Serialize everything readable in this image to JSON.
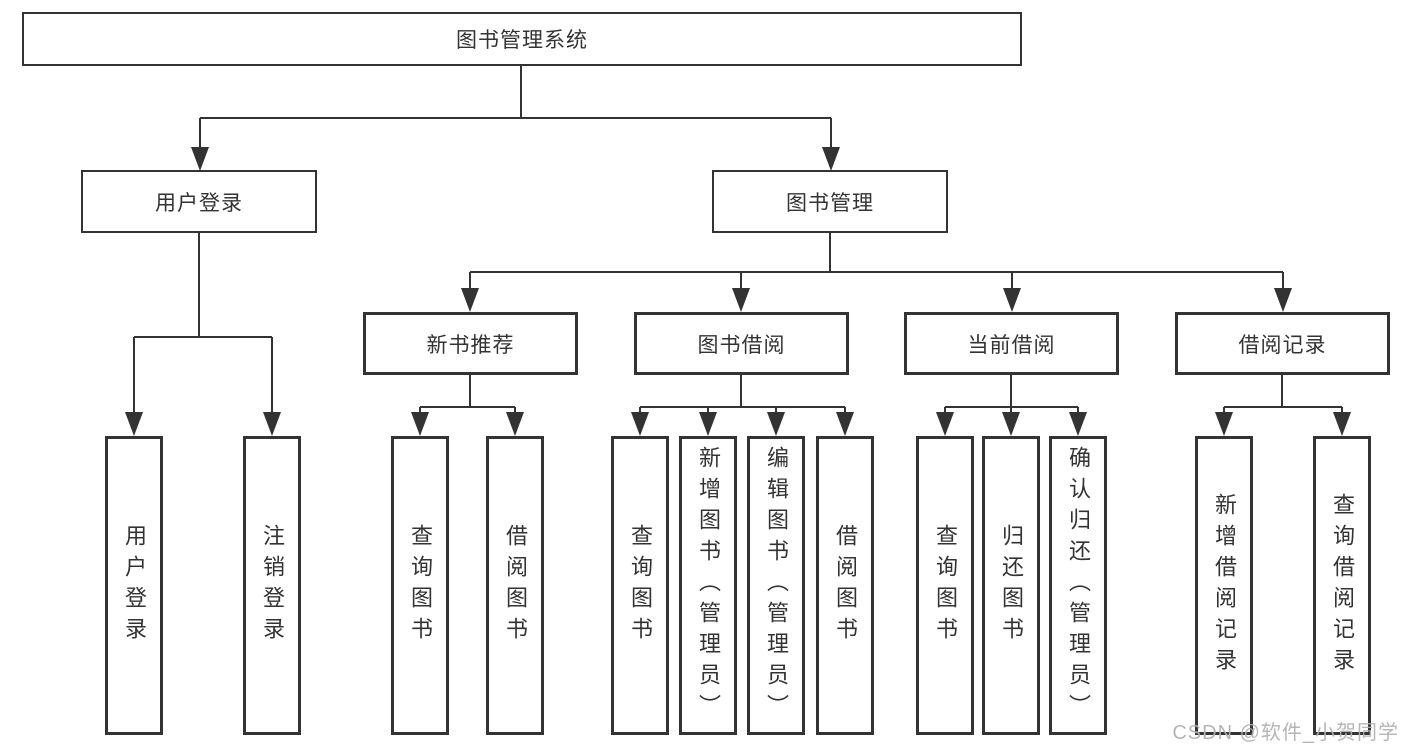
{
  "colors": {
    "line": "#333333",
    "box_border": "#333333",
    "text": "#333333",
    "background": "#ffffff",
    "watermark": "#b2b2b2"
  },
  "diagram": {
    "root": {
      "label": "图书管理系统"
    },
    "branches": [
      {
        "label": "用户登录",
        "children": [
          {
            "label": "用户登录"
          },
          {
            "label": "注销登录"
          }
        ]
      },
      {
        "label": "图书管理",
        "children": [
          {
            "label": "新书推荐",
            "children": [
              {
                "label": "查询图书"
              },
              {
                "label": "借阅图书"
              }
            ]
          },
          {
            "label": "图书借阅",
            "children": [
              {
                "label": "查询图书"
              },
              {
                "label": "新增图书（管理员）"
              },
              {
                "label": "编辑图书（管理员）"
              },
              {
                "label": "借阅图书"
              }
            ]
          },
          {
            "label": "当前借阅",
            "children": [
              {
                "label": "查询图书"
              },
              {
                "label": "归还图书"
              },
              {
                "label": "确认归还（管理员）"
              }
            ]
          },
          {
            "label": "借阅记录",
            "children": [
              {
                "label": "新增借阅记录"
              },
              {
                "label": "查询借阅记录"
              }
            ]
          }
        ]
      }
    ]
  },
  "watermark": {
    "text": "CSDN @软件_小贺同学"
  }
}
